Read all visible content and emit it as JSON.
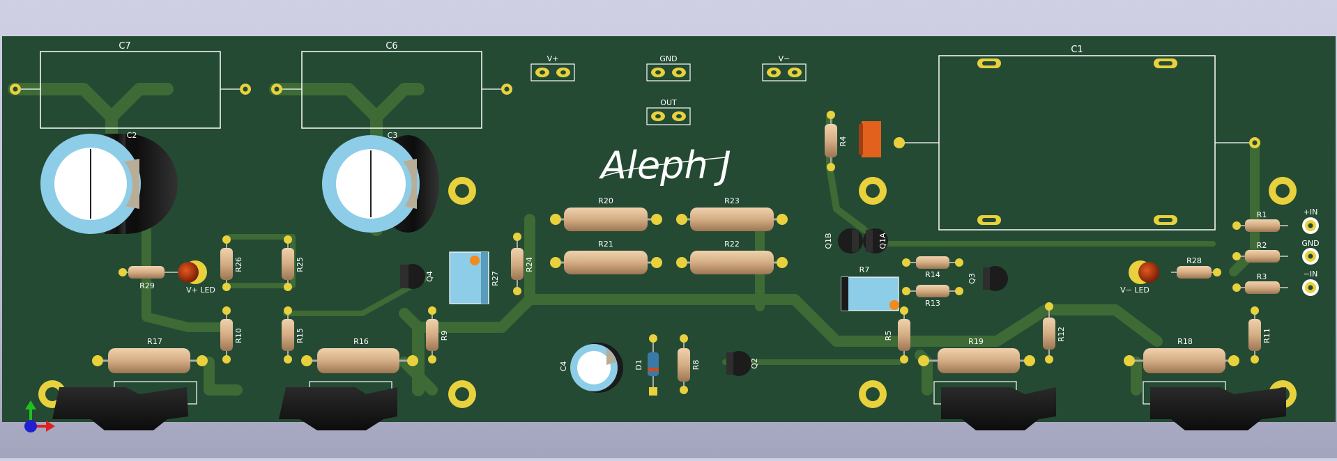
{
  "board": {
    "labels": {
      "c7": "C7",
      "c6": "C6",
      "c1": "C1",
      "c2": "C2",
      "c3": "C3",
      "c4": "C4",
      "v_plus": "V+",
      "gnd": "GND",
      "v_minus": "V−",
      "out": "OUT",
      "r1": "R1",
      "r2": "R2",
      "r3": "R3",
      "in_plus": "+IN",
      "in_gnd": "GND",
      "in_minus": "−IN",
      "r4": "R4",
      "r5": "R5",
      "r7": "R7",
      "r8": "R8",
      "r9": "R9",
      "r10": "R10",
      "r11": "R11",
      "r12": "R12",
      "r13": "R13",
      "r14": "R14",
      "r15": "R15",
      "r16": "R16",
      "r17": "R17",
      "r18": "R18",
      "r19": "R19",
      "r20": "R20",
      "r21": "R21",
      "r22": "R22",
      "r23": "R23",
      "r24": "R24",
      "r25": "R25",
      "r26": "R26",
      "r27": "R27",
      "r28": "R28",
      "r29": "R29",
      "q1a": "Q1A",
      "q1b": "Q1B",
      "q2": "Q2",
      "q3": "Q3",
      "q4": "Q4",
      "d1": "D1",
      "vplus_led": "V+ LED",
      "vminus_led": "V− LED"
    },
    "signature": "Aleph J"
  },
  "colors": {
    "background": "#c6c7dc",
    "board": "#244a34",
    "copper": "#3d6a35",
    "silkscreen": "#ffffff",
    "pad": "#e8d13c",
    "resistor_body": "#d4b089",
    "capacitor_sleeve": "#8dcde8",
    "transistor": "#1c1c1c",
    "led": "#b6300c",
    "axis_x": "#e02020",
    "axis_y": "#20c020",
    "axis_z": "#2020d0"
  }
}
